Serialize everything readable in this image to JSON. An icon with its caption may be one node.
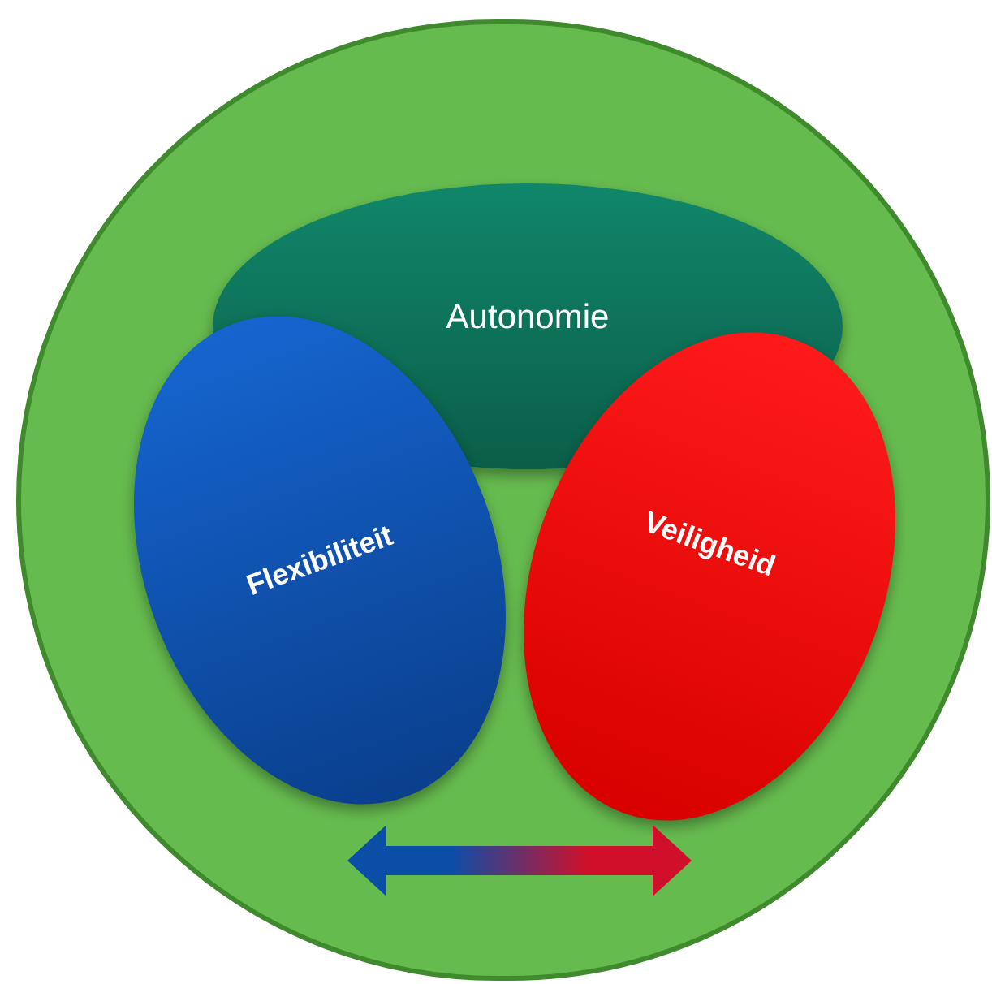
{
  "diagram": {
    "nodes": [
      {
        "text": [],
        "shape": "circle"
      },
      {
        "text": [
          "Autonomie"
        ],
        "in": 0
      },
      {
        "text": [
          "Flexibiliteit"
        ],
        "in": 0
      },
      {
        "text": [
          "Veiligheid"
        ],
        "in": 0
      }
    ],
    "edges": [
      {
        "from": 2,
        "to": 3,
        "arrow": "both"
      }
    ]
  }
}
